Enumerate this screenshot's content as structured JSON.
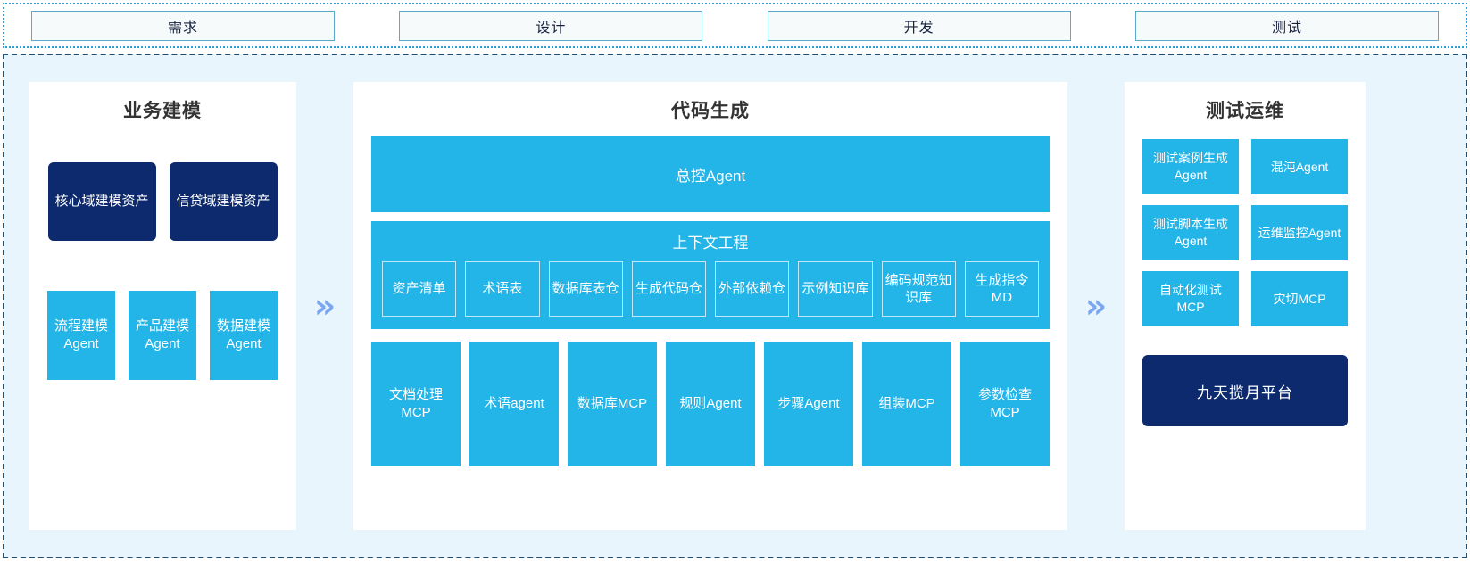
{
  "phases": [
    {
      "label": "需求"
    },
    {
      "label": "设计"
    },
    {
      "label": "开发"
    },
    {
      "label": "测试"
    }
  ],
  "arrows": {
    "glyph": "»"
  },
  "left_panel": {
    "title": "业务建模",
    "assets": [
      {
        "label": "核心域建模资产"
      },
      {
        "label": "信贷域建模资产"
      }
    ],
    "agents": [
      {
        "label": "流程建模Agent"
      },
      {
        "label": "产品建模Agent"
      },
      {
        "label": "数据建模Agent"
      }
    ]
  },
  "center_panel": {
    "title": "代码生成",
    "master_agent": "总控Agent",
    "context": {
      "title": "上下文工程",
      "cells": [
        {
          "label": "资产清单"
        },
        {
          "label": "术语表"
        },
        {
          "label": "数据库表仓"
        },
        {
          "label": "生成代码仓"
        },
        {
          "label": "外部依赖仓"
        },
        {
          "label": "示例知识库"
        },
        {
          "label": "编码规范知识库"
        },
        {
          "label": "生成指令MD"
        }
      ]
    },
    "tools": [
      {
        "label": "文档处理MCP"
      },
      {
        "label": "术语agent"
      },
      {
        "label": "数据库MCP"
      },
      {
        "label": "规则Agent"
      },
      {
        "label": "步骤Agent"
      },
      {
        "label": "组装MCP"
      },
      {
        "label": "参数检查MCP"
      }
    ]
  },
  "right_panel": {
    "title": "测试运维",
    "items": [
      {
        "label": "测试案例生成Agent"
      },
      {
        "label": "混沌Agent"
      },
      {
        "label": "测试脚本生成Agent"
      },
      {
        "label": "运维监控Agent"
      },
      {
        "label": "自动化测试MCP"
      },
      {
        "label": "灾切MCP"
      }
    ],
    "platform": "九天揽月平台"
  },
  "colors": {
    "cyan": "#23b4e8",
    "navy": "#0d2a6e",
    "panel_bg": "#e8f5fd",
    "border_dashed": "#1f4f73",
    "chip_border": "#5aa9cf",
    "arrow": "#7aa7ef"
  }
}
